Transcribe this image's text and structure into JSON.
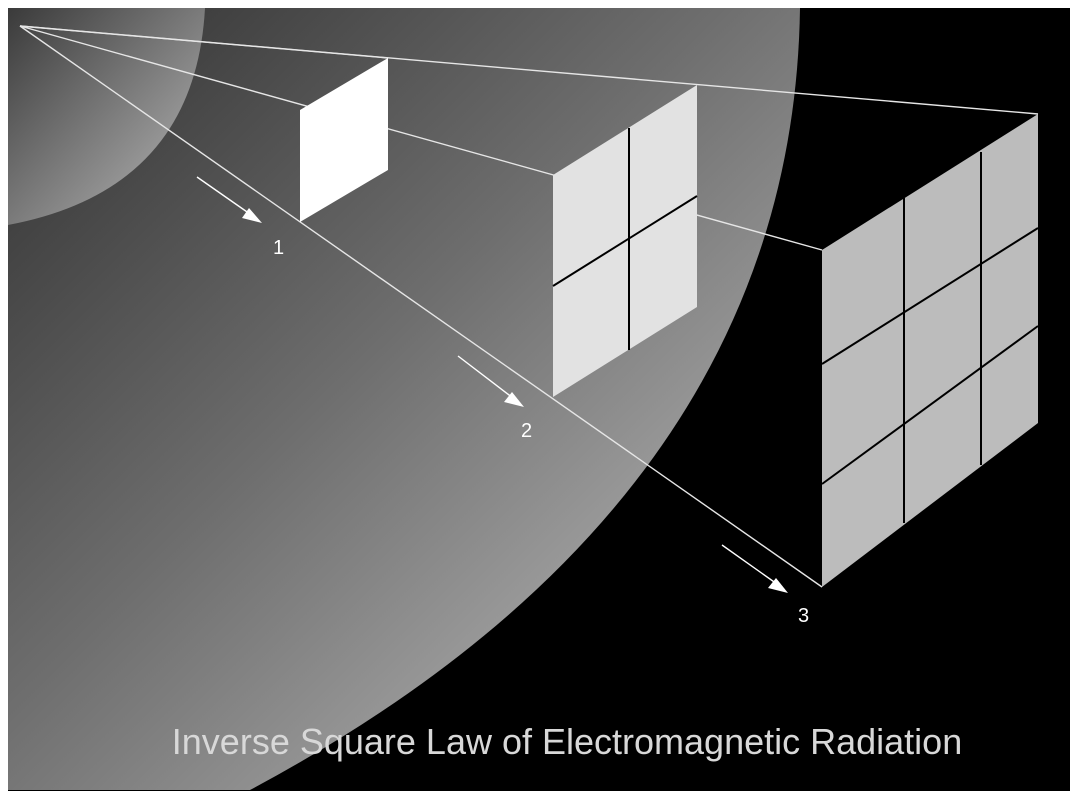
{
  "diagram": {
    "title": "Inverse Square Law of Electromagnetic Radiation",
    "distance_labels": [
      "1",
      "2",
      "3"
    ],
    "grid_divisions": [
      1,
      2,
      3
    ],
    "colors": {
      "background": "#000000",
      "sphere_dark": "#3c3c3c",
      "sphere_light": "#c4c4c4",
      "panel_face": "#bdbdbd",
      "panel_face_small": "#ffffff",
      "panel_face_mid": "#e4e4e4",
      "grid_line": "#000000",
      "ray": "#e0e0e0",
      "text": "#ffffff"
    }
  }
}
